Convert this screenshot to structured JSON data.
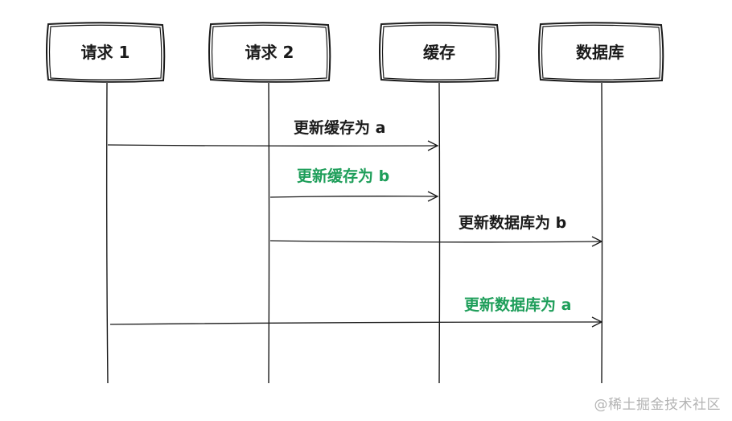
{
  "participants": [
    {
      "id": "req1",
      "label": "请求 1"
    },
    {
      "id": "req2",
      "label": "请求 2"
    },
    {
      "id": "cache",
      "label": "缓存"
    },
    {
      "id": "db",
      "label": "数据库"
    }
  ],
  "messages": [
    {
      "from": "req1",
      "to": "cache",
      "label": "更新缓存为 a",
      "color": "#1a1a1a"
    },
    {
      "from": "req2",
      "to": "cache",
      "label": "更新缓存为 b",
      "color": "#1e9e5a"
    },
    {
      "from": "req2",
      "to": "db",
      "label": "更新数据库为 b",
      "color": "#1a1a1a"
    },
    {
      "from": "req1",
      "to": "db",
      "label": "更新数据库为 a",
      "color": "#1e9e5a"
    }
  ],
  "watermark": "@稀土掘金技术社区"
}
